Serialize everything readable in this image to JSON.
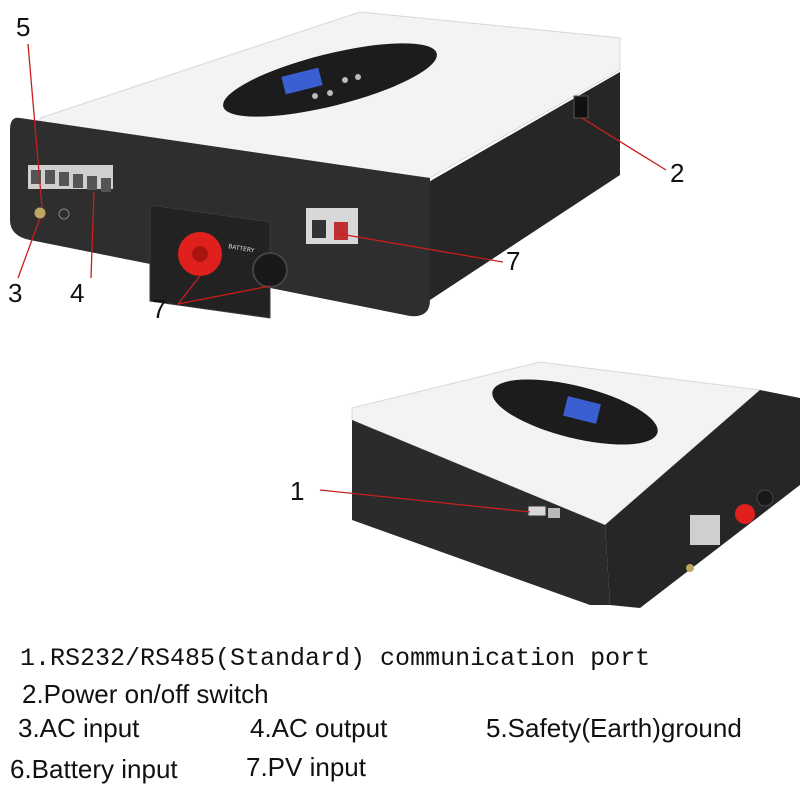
{
  "callouts": {
    "n1": "1",
    "n2": "2",
    "n3": "3",
    "n4": "4",
    "n5": "5",
    "n7a": "7",
    "n7b": "7"
  },
  "device_labels": {
    "battery": "BATTERY"
  },
  "legend": {
    "item1": "1.RS232/RS485(Standard) communication port",
    "item2": "2.Power on/off switch",
    "item3": "3.AC input",
    "item4": "4.AC output",
    "item5": "5.Safety(Earth)ground",
    "item6": "6.Battery input",
    "item7": "7.PV input"
  },
  "colors": {
    "casing_dark": "#2b2b2b",
    "panel_white": "#f4f4f4",
    "display_blue": "#3a5fd0",
    "battery_terminal_red": "#e0201c",
    "leader_line_red": "#c81e1e"
  }
}
